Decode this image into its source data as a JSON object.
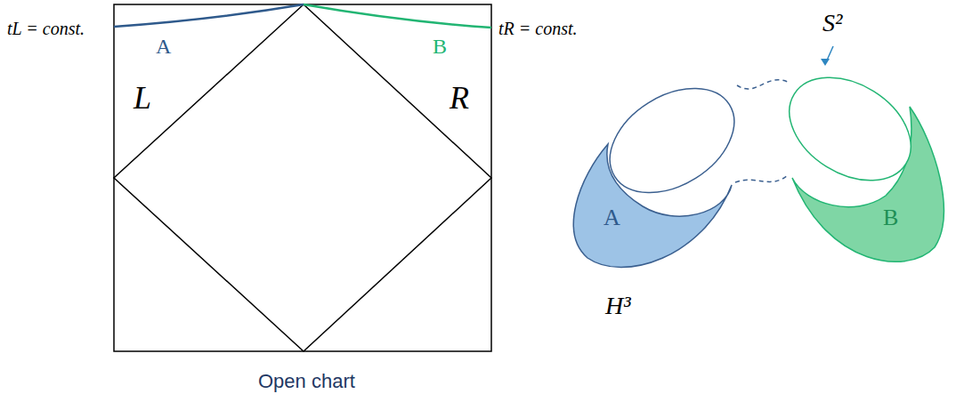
{
  "diagram": {
    "labels": [
      "tL = const.",
      "tR = const.",
      "A",
      "B",
      "L",
      "R",
      "Open chart",
      "A",
      "B",
      "H³",
      "S²"
    ]
  }
}
